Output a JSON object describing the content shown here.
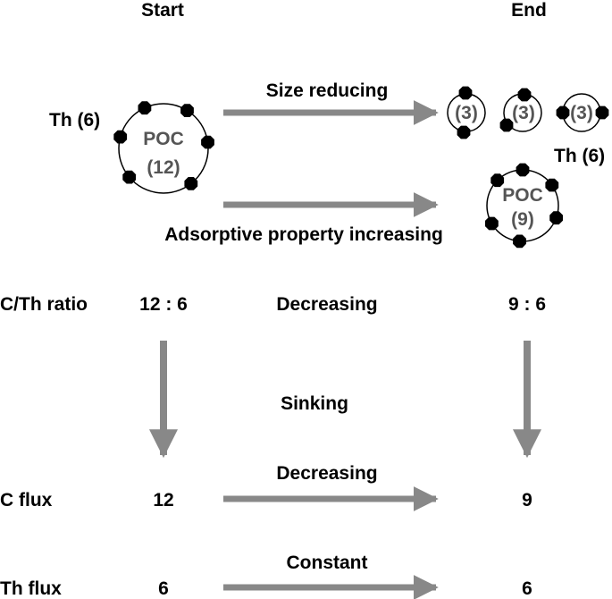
{
  "colors": {
    "arrow": "#888888",
    "poc_text": "#555555",
    "particle": "#000000",
    "circle_stroke": "#000000",
    "text": "#000000"
  },
  "headers": {
    "start": "Start",
    "end": "End"
  },
  "start_particle": {
    "th_label": "Th (6)",
    "poc_label": "POC",
    "poc_value": "(12)",
    "th_count": 6
  },
  "end_small_particles": {
    "values": [
      "(3)",
      "(3)",
      "(3)"
    ],
    "th_label": "Th (6)"
  },
  "end_large_particle": {
    "poc_label": "POC",
    "poc_value": "(9)",
    "th_count": 6
  },
  "processes": {
    "size": "Size reducing",
    "adsorptive": "Adsorptive property increasing",
    "sinking": "Sinking"
  },
  "rows": {
    "ratio": {
      "label": "C/Th ratio",
      "start": "12 : 6",
      "change": "Decreasing",
      "end": "9 : 6"
    },
    "c_flux": {
      "label": "C flux",
      "start": "12",
      "change": "Decreasing",
      "end": "9"
    },
    "th_flux": {
      "label": "Th flux",
      "start": "6",
      "change": "Constant",
      "end": "6"
    }
  }
}
